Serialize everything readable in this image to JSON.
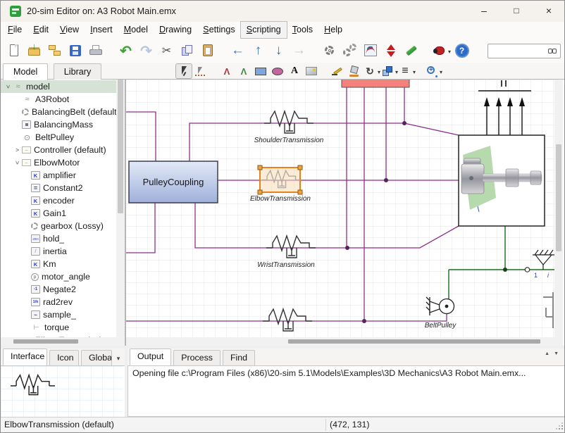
{
  "window": {
    "title": "20-sim Editor on: A3 Robot Main.emx"
  },
  "menubar": {
    "items": [
      {
        "label": "File"
      },
      {
        "label": "Edit"
      },
      {
        "label": "View"
      },
      {
        "label": "Insert"
      },
      {
        "label": "Model"
      },
      {
        "label": "Drawing"
      },
      {
        "label": "Settings"
      },
      {
        "label": "Scripting",
        "focused": true
      },
      {
        "label": "Tools"
      },
      {
        "label": "Help"
      }
    ]
  },
  "toolbar_main": {
    "icons": [
      {
        "name": "new-file"
      },
      {
        "name": "open-file"
      },
      {
        "name": "model-hierarchy"
      },
      {
        "name": "save"
      },
      {
        "name": "print"
      },
      {
        "name": "undo",
        "gap": true
      },
      {
        "name": "redo"
      },
      {
        "name": "cut"
      },
      {
        "name": "copy"
      },
      {
        "name": "paste"
      },
      {
        "name": "nav-back",
        "gap": true
      },
      {
        "name": "nav-up"
      },
      {
        "name": "nav-down"
      },
      {
        "name": "nav-forward"
      },
      {
        "name": "run-settings",
        "gap": true
      },
      {
        "name": "multi-gears"
      },
      {
        "name": "plot"
      },
      {
        "name": "simulate"
      },
      {
        "name": "check-model"
      },
      {
        "name": "debug",
        "gap": true,
        "caret": true
      },
      {
        "name": "help"
      }
    ],
    "search_value": ""
  },
  "toolbar_drawing": {
    "tabs": [
      {
        "label": "Model",
        "active": true
      },
      {
        "label": "Library",
        "active": false
      }
    ],
    "tools": [
      {
        "name": "select",
        "selected": true
      },
      {
        "name": "connect"
      },
      {
        "name": "bond-red",
        "gap": true
      },
      {
        "name": "bond-green"
      },
      {
        "name": "draw-rect"
      },
      {
        "name": "draw-ellipse"
      },
      {
        "name": "draw-text"
      },
      {
        "name": "draw-image"
      },
      {
        "name": "pen-color",
        "gap": true
      },
      {
        "name": "fill-color"
      },
      {
        "name": "rotate",
        "caret": true
      },
      {
        "name": "arrange",
        "caret": true
      },
      {
        "name": "line-width",
        "caret": true
      },
      {
        "name": "zoom",
        "gap": true,
        "caret": true
      }
    ]
  },
  "model_tree": {
    "items": [
      {
        "label": "model",
        "depth": 0,
        "icon": "sub",
        "expander": "open",
        "selected": true
      },
      {
        "label": "A3Robot",
        "depth": 1,
        "icon": "sub"
      },
      {
        "label": "BalancingBelt (default)",
        "depth": 1,
        "icon": "gears"
      },
      {
        "label": "BalancingMass",
        "depth": 1,
        "icon": "mass"
      },
      {
        "label": "BeltPulley",
        "depth": 1,
        "icon": "pulley"
      },
      {
        "label": "Controller (default)",
        "depth": 1,
        "icon": "subbox",
        "expander": "closed"
      },
      {
        "label": "ElbowMotor",
        "depth": 1,
        "icon": "subbox",
        "expander": "open"
      },
      {
        "label": "amplifier",
        "depth": 2,
        "icon": "k"
      },
      {
        "label": "Constant2",
        "depth": 2,
        "icon": "const"
      },
      {
        "label": "encoder",
        "depth": 2,
        "icon": "k"
      },
      {
        "label": "Gain1",
        "depth": 2,
        "icon": "k"
      },
      {
        "label": "gearbox (Lossy)",
        "depth": 2,
        "icon": "gears"
      },
      {
        "label": "hold_",
        "depth": 2,
        "icon": "hold"
      },
      {
        "label": "inertia",
        "depth": 2,
        "icon": "inertia"
      },
      {
        "label": "Km",
        "depth": 2,
        "icon": "k"
      },
      {
        "label": "motor_angle",
        "depth": 2,
        "icon": "angle"
      },
      {
        "label": "Negate2",
        "depth": 2,
        "icon": "negate"
      },
      {
        "label": "rad2rev",
        "depth": 2,
        "icon": "ratio"
      },
      {
        "label": "sample_",
        "depth": 2,
        "icon": "sample"
      },
      {
        "label": "torque",
        "depth": 2,
        "icon": "torque"
      },
      {
        "label": "ElbowTransmission",
        "depth": 1,
        "icon": "spring",
        "faded": true
      }
    ]
  },
  "canvas": {
    "labels": {
      "pulley_coupling": "PulleyCoupling",
      "shoulder": "ShoulderTransmission",
      "elbow": "ElbowTransmission",
      "wrist": "WristTransmission",
      "belt": "BeltPulley",
      "port1": "1",
      "port_i": "i"
    },
    "colors": {
      "connection": "#8b2f8b",
      "mechanical": "#1a6b1a",
      "selection": "#e8821e",
      "red_block": "#f5817c",
      "grid": "#d9e8f5"
    }
  },
  "bottom_left": {
    "tabs": [
      "Interface",
      "Icon",
      "Globals"
    ],
    "active_tab": "Interface",
    "status": "ElbowTransmission (default)"
  },
  "output_panel": {
    "tabs": [
      "Output",
      "Process",
      "Find"
    ],
    "active_tab": "Output",
    "text": "Opening file c:\\Program Files (x86)\\20-sim 5.1\\Models\\Examples\\3D Mechanics\\A3 Robot Main.emx..."
  },
  "statusbar": {
    "coords": "(472, 131)"
  }
}
